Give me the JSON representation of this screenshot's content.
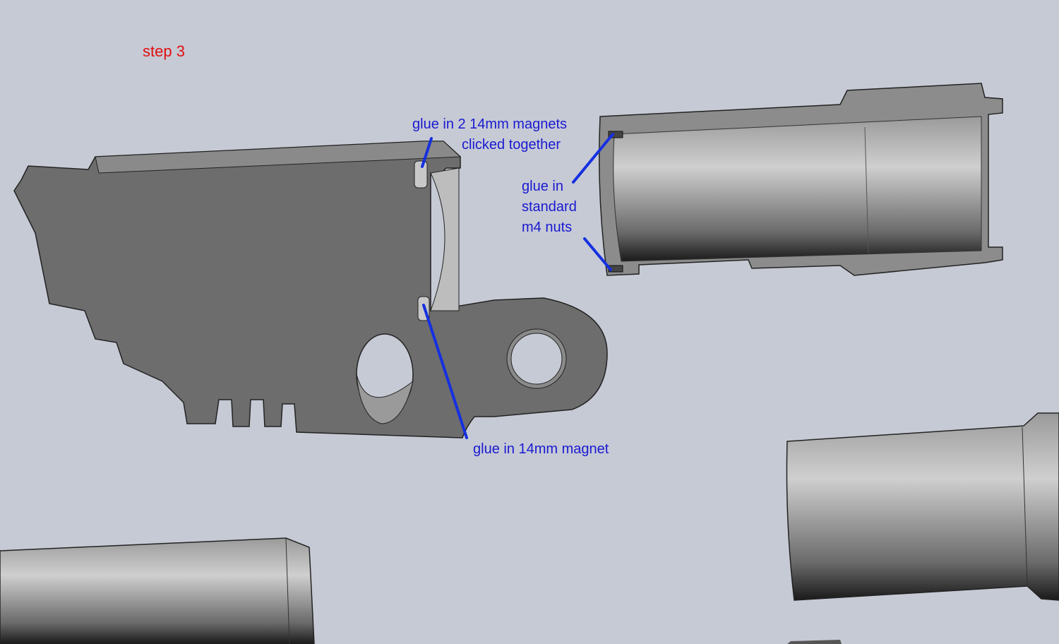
{
  "title": "step 3",
  "annotations": {
    "magnets_line1": "glue in 2 14mm magnets",
    "magnets_line2": "clicked together",
    "nuts_line1": "glue in",
    "nuts_line2": "standard",
    "nuts_line3": "m4 nuts",
    "single_magnet": "glue in 14mm magnet"
  },
  "colors": {
    "background": "#c6cad5",
    "title": "#e01010",
    "annotation": "#1a1ad0",
    "part": "#6e6e6e"
  }
}
